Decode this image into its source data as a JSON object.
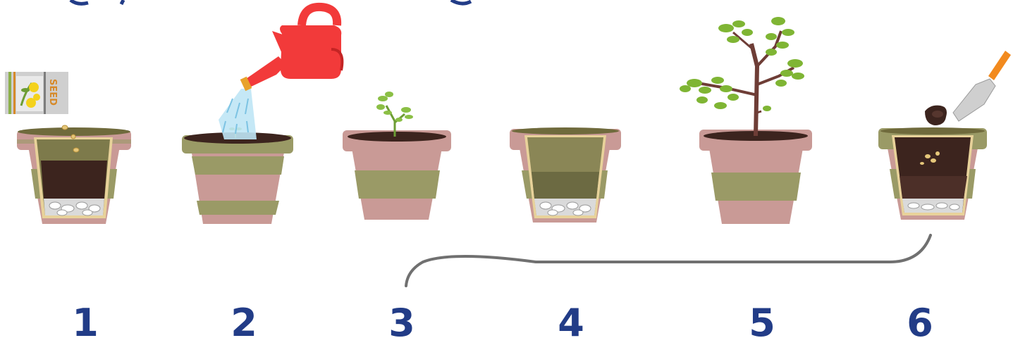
{
  "seed_packet": {
    "label": "SEED"
  },
  "steps": [
    {
      "number": "1"
    },
    {
      "number": "2"
    },
    {
      "number": "3"
    },
    {
      "number": "4"
    },
    {
      "number": "5"
    },
    {
      "number": "6"
    }
  ],
  "colors": {
    "number_text": "#223c87",
    "pot_pink": "#c99a96",
    "pot_green": "#9a9a66",
    "soil": "#3c241e",
    "watering_can": "#f23a3a",
    "leaf": "#7fb534",
    "connector": "#707070"
  }
}
